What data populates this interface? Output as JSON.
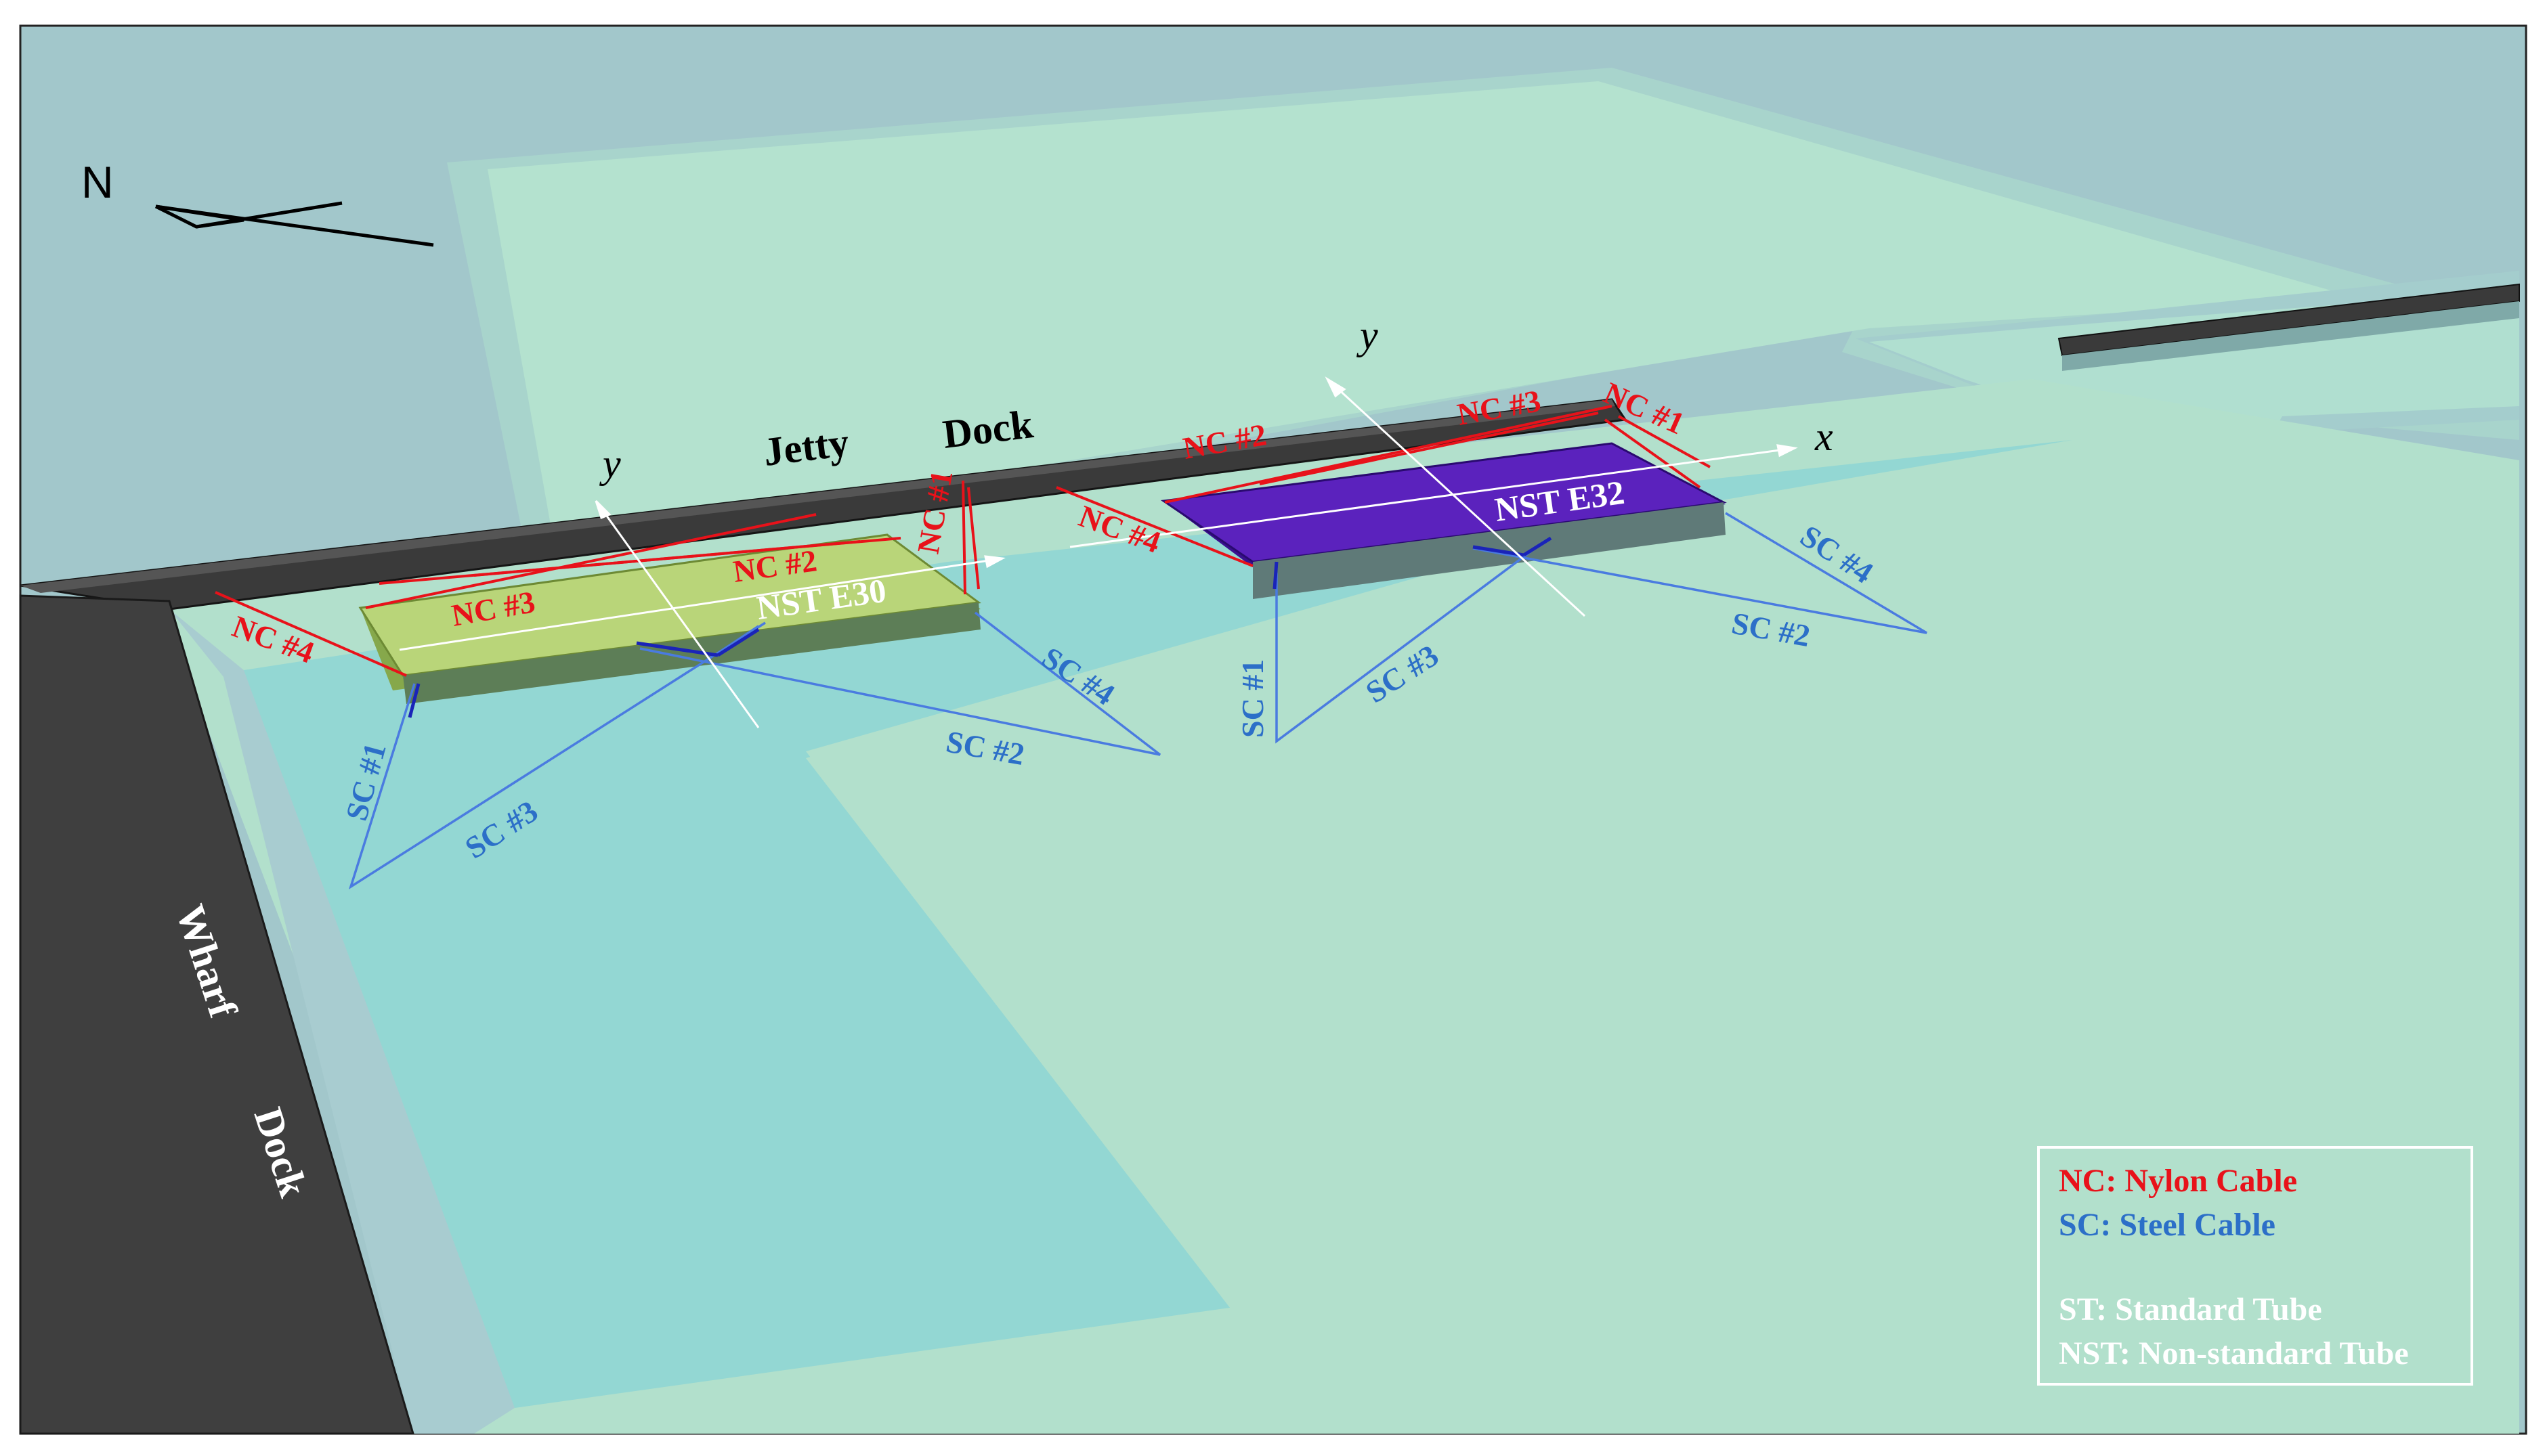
{
  "compass": {
    "label": "N"
  },
  "docks": {
    "jetty_word_1": "Jetty",
    "jetty_word_2": "Dock",
    "wharf_word_1": "Wharf",
    "wharf_word_2": "Dock"
  },
  "tubes": {
    "left": "NST E30",
    "right": "NST E32"
  },
  "axes": {
    "left_y": "y",
    "right_y": "y",
    "right_x": "x"
  },
  "cables_left": {
    "nc1": "NC #1",
    "nc2": "NC #2",
    "nc3": "NC #3",
    "nc4": "NC #4",
    "sc1": "SC #1",
    "sc2": "SC #2",
    "sc3": "SC #3",
    "sc4": "SC #4"
  },
  "cables_right": {
    "nc1": "NC #1",
    "nc2": "NC #2",
    "nc3": "NC #3",
    "nc4": "NC #4",
    "sc1": "SC #1",
    "sc2": "SC #2",
    "sc3": "SC #3",
    "sc4": "SC #4"
  },
  "legend": {
    "nc": "NC: Nylon Cable",
    "sc": "SC: Steel Cable",
    "st": "ST: Standard Tube",
    "nst": "NST: Non-standard Tube"
  },
  "colors": {
    "nylon_cable": "#e8121a",
    "steel_cable": "#4a7be0",
    "steel_label": "#2c6fc8",
    "tube_e30": "#a8c860",
    "tube_e32": "#4a1a9e",
    "dock": "#3f3f3f",
    "water_deep": "#9fc4c8",
    "water_light": "#b2e0cc",
    "water_cyan": "#92d8d4"
  }
}
